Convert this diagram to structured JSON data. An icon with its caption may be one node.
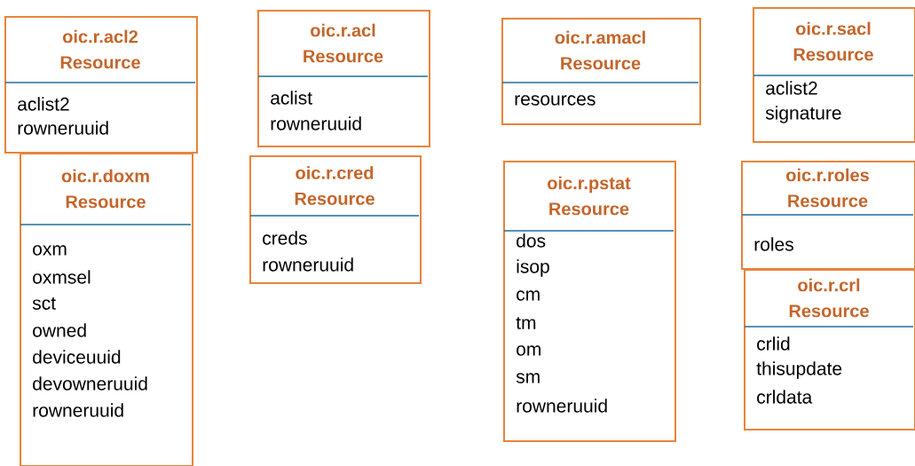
{
  "diagram": {
    "nodes": [
      {
        "text": [
          "oic.r.acl2 Resource",
          "aclist2",
          "rowneruuid"
        ]
      },
      {
        "text": [
          "oic.r.acl Resource",
          "aclist",
          "rowneruuid"
        ]
      },
      {
        "text": [
          "oic.r.amacl Resource",
          "resources"
        ]
      },
      {
        "text": [
          "oic.r.sacl Resource",
          "aclist2",
          "signature"
        ]
      },
      {
        "text": [
          "oic.r.doxm Resource",
          "oxm",
          "oxmsel",
          "sct",
          "owned",
          "deviceuuid",
          "devowneruuid",
          "rowneruuid"
        ]
      },
      {
        "text": [
          "oic.r.cred Resource",
          "creds",
          "rowneruuid"
        ]
      },
      {
        "text": [
          "oic.r.pstat Resource",
          "dos",
          "isop",
          "cm",
          "tm",
          "om",
          "sm",
          "rowneruuid"
        ]
      },
      {
        "text": [
          "oic.r.roles Resource",
          "roles"
        ]
      },
      {
        "text": [
          "oic.r.crl Resource",
          "crlid",
          "thisupdate",
          "crldata"
        ]
      }
    ]
  }
}
